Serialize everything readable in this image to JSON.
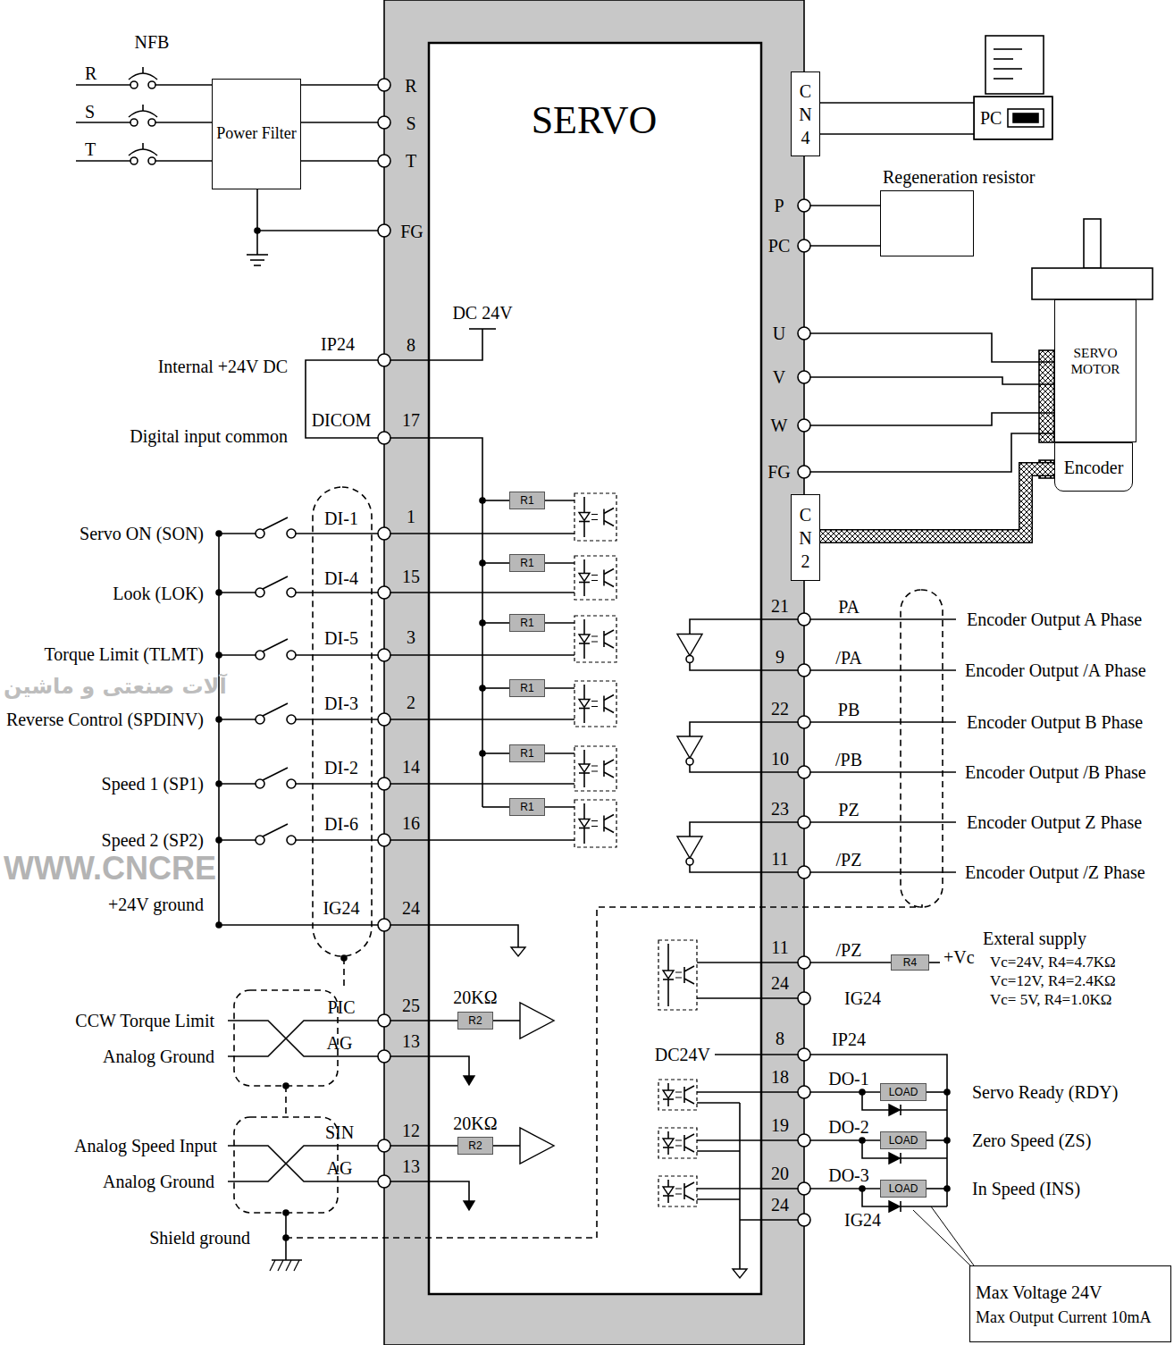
{
  "diagram": {
    "nodes": [
      {
        "text": [
          "SERVO"
        ]
      },
      {
        "text": [
          "Power Filter"
        ]
      },
      {
        "text": [
          "PC"
        ]
      },
      {
        "text": [
          "Regeneration resistor"
        ]
      },
      {
        "text": [
          "SERVO MOTOR"
        ]
      },
      {
        "text": [
          "Encoder"
        ]
      },
      {
        "text": [
          "C N 4"
        ]
      },
      {
        "text": [
          "C N 2"
        ]
      },
      {
        "text": [
          "R1"
        ],
        "in": 0
      },
      {
        "text": [
          "R1"
        ],
        "in": 0
      },
      {
        "text": [
          "R1"
        ],
        "in": 0
      },
      {
        "text": [
          "R1"
        ],
        "in": 0
      },
      {
        "text": [
          "R1"
        ],
        "in": 0
      },
      {
        "text": [
          "R1"
        ],
        "in": 0
      },
      {
        "text": [
          "R2"
        ],
        "in": 0
      },
      {
        "text": [
          "R2"
        ],
        "in": 0
      },
      {
        "text": [
          "R4"
        ]
      },
      {
        "text": [
          "LOAD"
        ]
      },
      {
        "text": [
          "LOAD"
        ]
      },
      {
        "text": [
          "LOAD"
        ]
      },
      {
        "text": [
          "Max Voltage 24V",
          "Max Output Current 10mA"
        ]
      }
    ],
    "edges": [
      {
        "from": 1,
        "to": 0,
        "arrow": "none"
      },
      {
        "from": 1,
        "to": 0,
        "arrow": "none"
      },
      {
        "from": 1,
        "to": 0,
        "arrow": "none"
      },
      {
        "from": 3,
        "to": 0,
        "arrow": "none"
      },
      {
        "from": 3,
        "to": 0,
        "arrow": "none"
      },
      {
        "from": 0,
        "to": 4,
        "arrow": "none"
      },
      {
        "from": 0,
        "to": 4,
        "arrow": "none"
      },
      {
        "from": 0,
        "to": 4,
        "arrow": "none"
      },
      {
        "from": 0,
        "to": 4,
        "arrow": "none"
      },
      {
        "from": 7,
        "to": 5,
        "arrow": "none"
      },
      {
        "from": 6,
        "to": 2,
        "arrow": "none"
      },
      {
        "from": 6,
        "to": 2,
        "arrow": "none"
      }
    ],
    "labels": [
      "NFB",
      "R",
      "S",
      "T",
      "R",
      "S",
      "T",
      "FG",
      "DC 24V",
      "IP24",
      "8",
      "Internal +24V DC",
      "DICOM",
      "17",
      "Digital input common",
      "Servo ON (SON)",
      "DI-1",
      "1",
      "Look (LOK)",
      "DI-4",
      "15",
      "Torque Limit (TLMT)",
      "DI-5",
      "3",
      "Reverse Control (SPDINV)",
      "DI-3",
      "2",
      "Speed 1 (SP1)",
      "DI-2",
      "14",
      "Speed 2 (SP2)",
      "DI-6",
      "16",
      "+24V ground",
      "IG24",
      "24",
      "CCW Torque Limit",
      "PIC",
      "25",
      "20KΩ",
      "Analog Ground",
      "AG",
      "13",
      "Analog Speed Input",
      "SIN",
      "12",
      "20KΩ",
      "Analog Ground",
      "AG",
      "13",
      "Shield ground",
      "P",
      "PC",
      "U",
      "V",
      "W",
      "FG",
      "21",
      "PA",
      "Encoder Output A Phase",
      "9",
      "/PA",
      "Encoder Output /A Phase",
      "22",
      "PB",
      "Encoder Output B Phase",
      "10",
      "/PB",
      "Encoder Output /B Phase",
      "23",
      "PZ",
      "Encoder Output Z Phase",
      "11",
      "/PZ",
      "Encoder Output /Z Phase",
      "11",
      "/PZ",
      "+Vc",
      "Exteral supply",
      "Vc=24V, R4=4.7KΩ",
      "Vc=12V, R4=2.4KΩ",
      "Vc= 5V, R4=1.0KΩ",
      "24",
      "IG24",
      "DC24V",
      "8",
      "IP24",
      "18",
      "DO-1",
      "Servo Ready (RDY)",
      "19",
      "DO-2",
      "Zero Speed (ZS)",
      "20",
      "DO-3",
      "In Speed (INS)",
      "24",
      "IG24",
      "WWW.CNCRE",
      "آلات صنعتی و ماشین"
    ]
  }
}
